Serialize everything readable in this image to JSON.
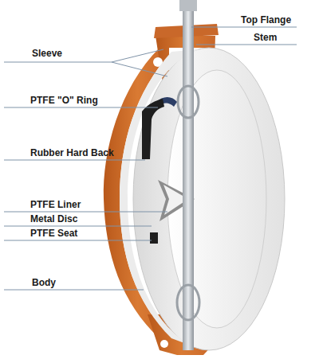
{
  "diagram": {
    "labels": [
      "Top Flange",
      "Stem",
      "Sleeve",
      "PTFE \"O\" Ring",
      "Rubber Hard Back",
      "PTFE Liner",
      "Metal Disc",
      "PTFE Seat",
      "Body"
    ]
  }
}
